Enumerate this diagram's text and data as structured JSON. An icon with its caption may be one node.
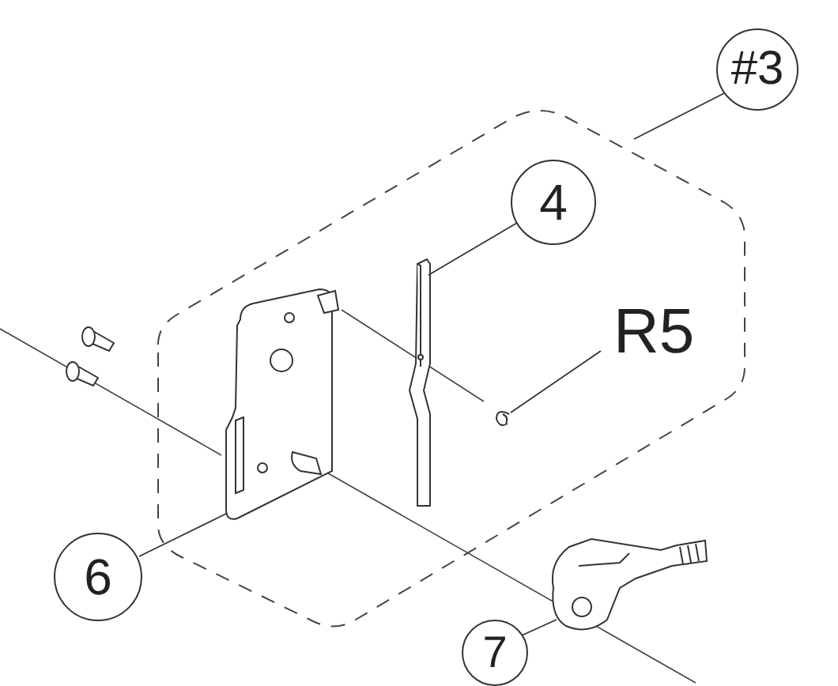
{
  "diagram": {
    "nodes": [
      {
        "text": [
          "#3"
        ]
      },
      {
        "text": [],
        "shape": "box"
      },
      {
        "text": [
          "4"
        ],
        "in": 1
      },
      {
        "text": [],
        "shape": "picture",
        "in": 1
      },
      {
        "text": [
          "R5"
        ],
        "in": 1
      },
      {
        "text": [],
        "shape": "picture",
        "in": 1
      },
      {
        "text": [
          "6"
        ]
      },
      {
        "text": [],
        "shape": "picture",
        "in": 1
      },
      {
        "text": [
          "7"
        ]
      },
      {
        "text": [],
        "shape": "picture"
      }
    ],
    "edges": [
      {
        "from": 0,
        "to": 1,
        "arrow": "none"
      },
      {
        "from": 2,
        "to": 3,
        "arrow": "none"
      },
      {
        "from": 4,
        "to": 5,
        "arrow": "none"
      },
      {
        "from": 6,
        "to": 7,
        "arrow": "none"
      },
      {
        "from": 8,
        "to": 9,
        "arrow": "none"
      }
    ]
  }
}
